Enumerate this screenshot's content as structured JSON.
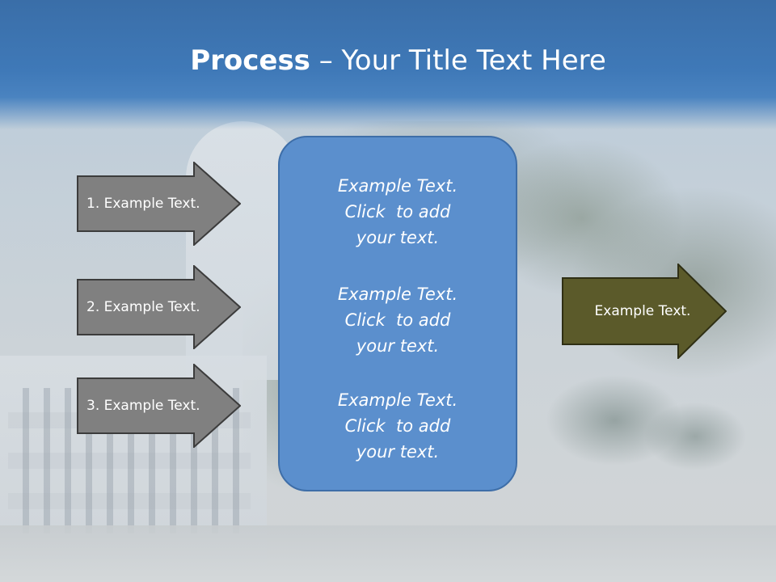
{
  "slide": {
    "title_bold": "Process",
    "title_rest": " – Your Title Text Here"
  },
  "left_arrows": [
    {
      "label": "1. Example Text."
    },
    {
      "label": "2. Example Text."
    },
    {
      "label": "3. Example Text."
    }
  ],
  "center_box": {
    "paragraphs": [
      {
        "line1": "Example Text.",
        "line2": "Click  to add",
        "line3": "your text."
      },
      {
        "line1": "Example Text.",
        "line2": "Click  to add",
        "line3": "your text."
      },
      {
        "line1": "Example Text.",
        "line2": "Click  to add",
        "line3": "your text."
      }
    ]
  },
  "right_arrow": {
    "label": "Example Text."
  },
  "colors": {
    "header": "#3f79b8",
    "left_arrow_fill": "#808080",
    "center_box_fill": "#5b8fcd",
    "right_arrow_fill": "#5b5a2a"
  }
}
